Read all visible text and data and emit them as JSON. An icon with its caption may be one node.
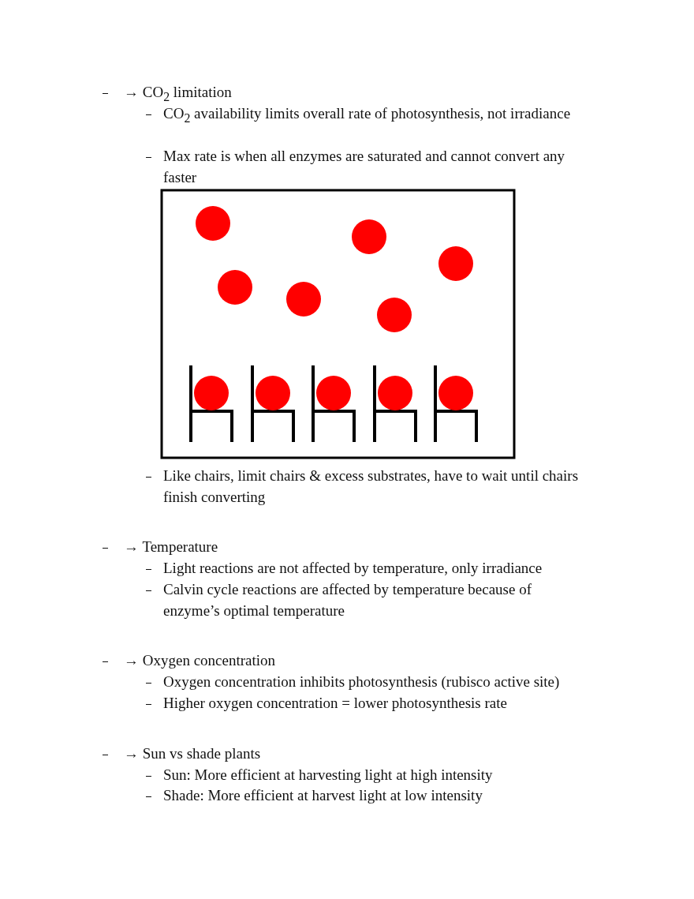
{
  "diagram": {
    "labels": [
      "→ CO$_{2}$ limitation",
      "CO$_{2}$ availability limits overall rate of photosynthesis, not irradiance",
      "Max rate is when all enzymes are saturated and cannot convert any faster",
      "Like chairs, limit chairs & excess substrates, have to wait until chairs finish converting",
      "→ Temperature",
      "Light reactions are not affected by temperature, only irradiance",
      "Calvin cycle reactions are affected by temperature because of enzyme’s optimal temperature",
      "→ Oxygen concentration",
      "Oxygen concentration inhibits photosynthesis (rubisco active site)",
      "Higher oxygen concentration = lower photosynthesis rate",
      "→ Sun vs shade plants",
      "Sun: More efficient at harvesting light at high intensity",
      "Shade: More efficient at harvest light at low intensity"
    ]
  }
}
